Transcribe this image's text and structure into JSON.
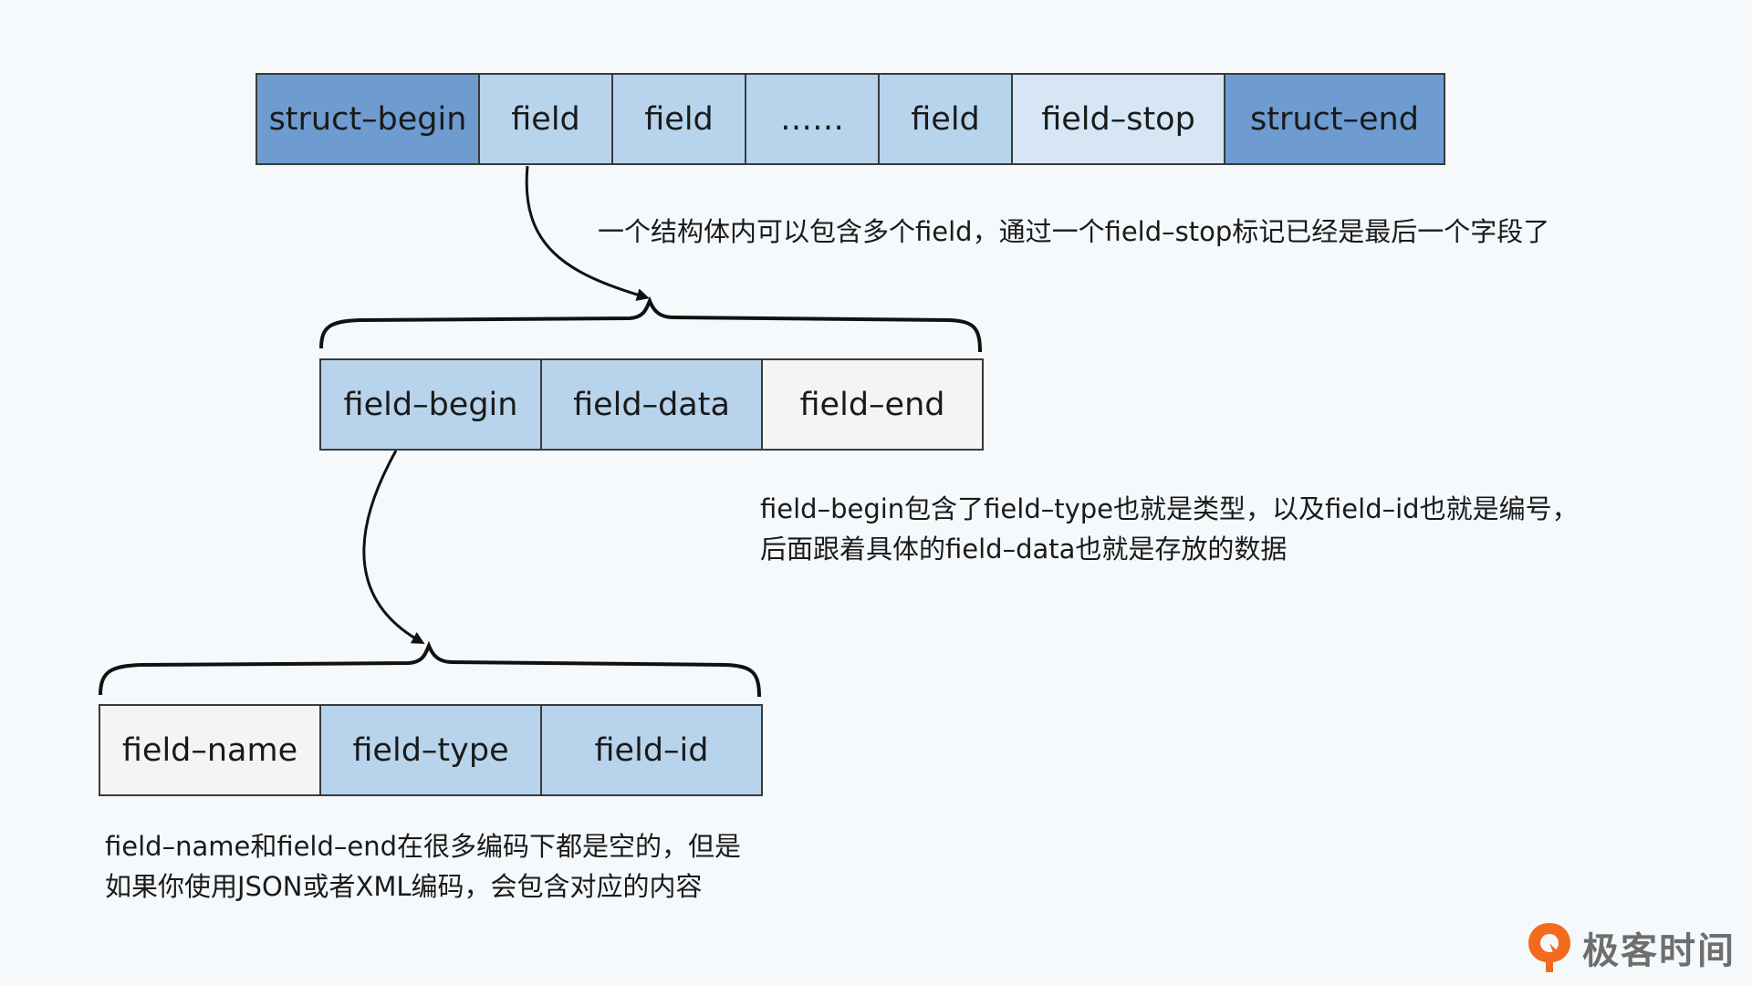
{
  "struct_row": [
    {
      "label": "struct–begin",
      "tone": "dark"
    },
    {
      "label": "field",
      "tone": "light"
    },
    {
      "label": "field",
      "tone": "light"
    },
    {
      "label": "……",
      "tone": "light"
    },
    {
      "label": "field",
      "tone": "light"
    },
    {
      "label": "field–stop",
      "tone": "pale"
    },
    {
      "label": "struct–end",
      "tone": "dark"
    }
  ],
  "field_row": [
    {
      "label": "field–begin",
      "tone": "light"
    },
    {
      "label": "field–data",
      "tone": "light"
    },
    {
      "label": "field–end",
      "tone": "white"
    }
  ],
  "begin_row": [
    {
      "label": "field–name",
      "tone": "white"
    },
    {
      "label": "field–type",
      "tone": "light"
    },
    {
      "label": "field–id",
      "tone": "light"
    }
  ],
  "captions": {
    "struct_note": "一个结构体内可以包含多个field，通过一个field–stop标记已经是最后一个字段了",
    "field_note_line1": "field–begin包含了field–type也就是类型，以及field–id也就是编号，",
    "field_note_line2": "后面跟着具体的field–data也就是存放的数据",
    "name_note_line1": "field–name和field–end在很多编码下都是空的，但是",
    "name_note_line2": "如果你使用JSON或者XML编码，会包含对应的内容"
  },
  "logo": {
    "text": "极客时间",
    "icon": "geektime-logo-icon",
    "color": "#f26b1d"
  },
  "colors": {
    "dark": "#6e9bd0",
    "light": "#b8d4ec",
    "pale": "#d6e6f4",
    "white": "#f4f4f4"
  }
}
